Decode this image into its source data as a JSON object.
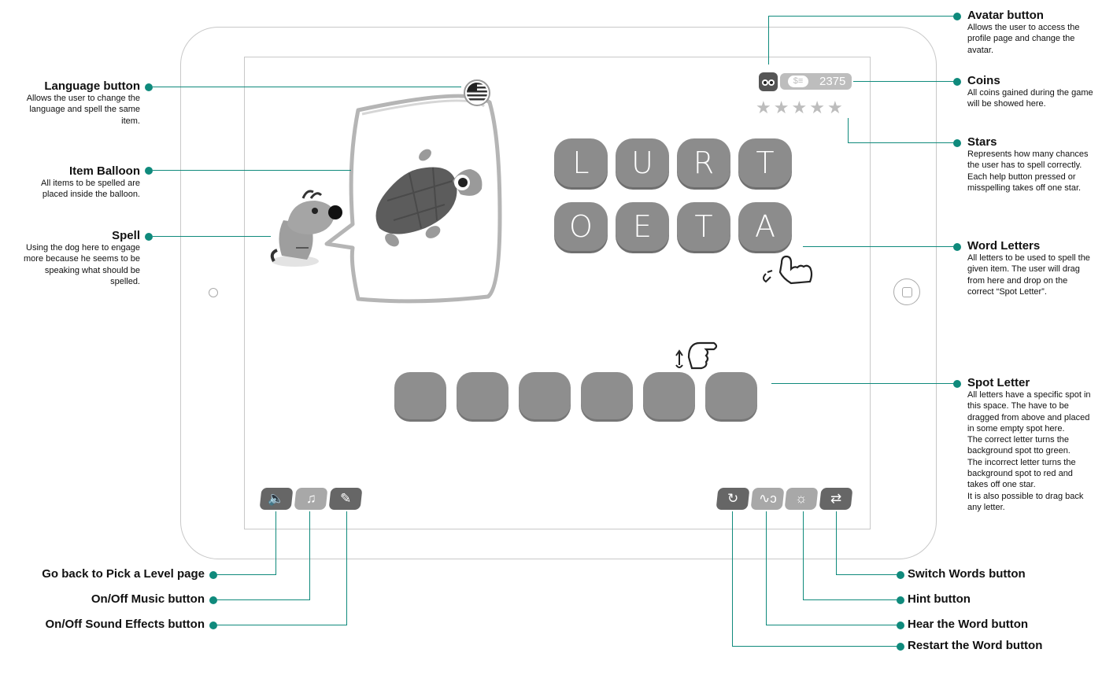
{
  "game": {
    "letters_row1": [
      "L",
      "U",
      "R",
      "T"
    ],
    "letters_row2": [
      "O",
      "E",
      "T",
      "A"
    ],
    "spots_count": 6,
    "coins_value": "2375",
    "stars_total": 5
  },
  "annotations": {
    "language": {
      "title": "Language button",
      "desc": "Allows the user to change the language and spell the same item."
    },
    "balloon": {
      "title": "Item Balloon",
      "desc": "All items to be spelled are placed inside the balloon."
    },
    "spell": {
      "title": "Spell",
      "desc": "Using the dog here to engage more because he seems to be speaking what should be spelled."
    },
    "avatar": {
      "title": "Avatar button",
      "desc": "Allows the user to access the profile page and change the avatar."
    },
    "coins": {
      "title": "Coins",
      "desc": "All coins gained during the game will be showed here."
    },
    "stars": {
      "title": "Stars",
      "desc": "Represents how many chances the user has to spell correctly. Each help button pressed or misspelling takes off one star."
    },
    "word_letters": {
      "title": "Word Letters",
      "desc": "All letters to be used to spell the given item. The user will drag from here and drop on the correct “Spot Letter”."
    },
    "spot_letter": {
      "title": "Spot Letter",
      "desc_lines": [
        "All letters have a specific spot in this space. The have to be dragged from above and placed in some empty spot here.",
        "The correct letter turns the background spot tto green.",
        "The incorrect letter turns the background spot to red and takes off one star.",
        "It is also possible to drag back any letter."
      ]
    },
    "bottom_left": [
      "Go back to Pick a Level page",
      "On/Off Music button",
      "On/Off Sound Effects button"
    ],
    "bottom_right": [
      "Switch Words button",
      "Hint button",
      "Hear the Word button",
      "Restart the Word button"
    ]
  },
  "icons": {
    "sound": "speaker-icon",
    "music": "music-note-icon",
    "effects": "pencil-icon",
    "restart": "restart-icon",
    "hear": "ear-icon",
    "hint": "lightbulb-icon",
    "switch": "switch-arrows-icon"
  },
  "colors": {
    "accent": "#0f8a7c",
    "tile": "#8c8c8c",
    "tile_text": "#ffffff"
  }
}
